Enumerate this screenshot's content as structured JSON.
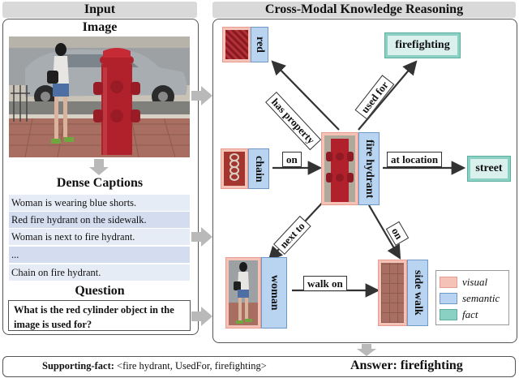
{
  "input_header": "Input",
  "reasoning_header": "Cross-Modal Knowledge Reasoning",
  "image_title": "Image",
  "dense_captions_title": "Dense Captions",
  "captions": [
    "Woman is wearing blue shorts.",
    "Red fire hydrant on the sidewalk.",
    "Woman is next to fire hydrant.",
    "...",
    "Chain on fire hydrant."
  ],
  "question_title": "Question",
  "question_text": "What is the red cylinder object in the image is used for?",
  "nodes": {
    "red": "red",
    "fire_hydrant": "fire hydrant",
    "chain": "chain",
    "woman": "woman",
    "side_walk": "side walk",
    "firefighting": "firefighting",
    "street": "street"
  },
  "edges": {
    "has_property": "has property",
    "used_for": "used for",
    "on_chain": "on",
    "at_location": "at location",
    "next_to": "next to",
    "on_sidewalk": "on",
    "walk_on": "walk on"
  },
  "legend": {
    "visual": "visual",
    "semantic": "semantic",
    "fact": "fact"
  },
  "colors": {
    "visual": "#f4c2b6",
    "semantic": "#b8d4f1",
    "fact": "#8ad1c4",
    "hydrant_red": "#b0212c"
  },
  "supporting_fact_label": "Supporting-fact:",
  "supporting_fact_value": "<fire hydrant, UsedFor, firefighting>",
  "answer": "Answer: firefighting"
}
